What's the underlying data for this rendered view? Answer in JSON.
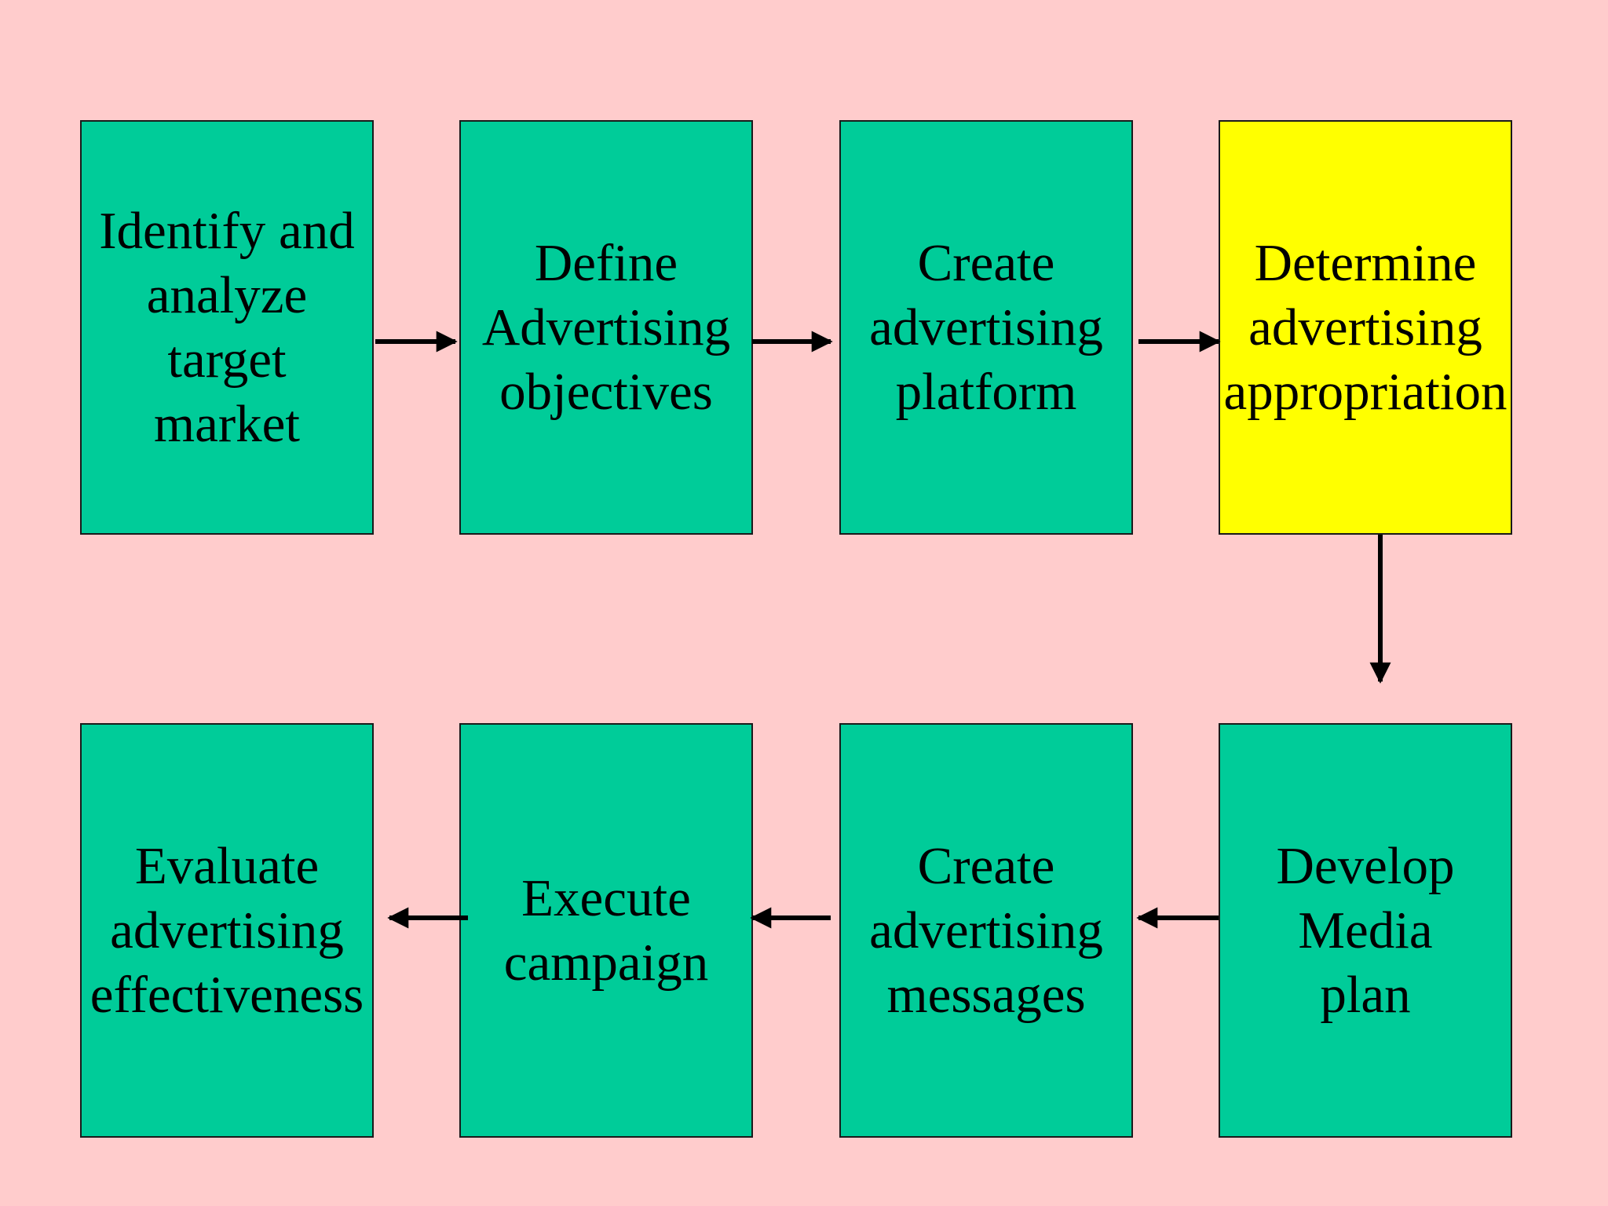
{
  "colors": {
    "background": "#FFCCCC",
    "step": "#00CC99",
    "highlight": "#FFFF00",
    "arrow": "#000000"
  },
  "steps": [
    {
      "label": "Identify and\nanalyze\ntarget\nmarket"
    },
    {
      "label": "Define\nAdvertising\nobjectives"
    },
    {
      "label": "Create\nadvertising\nplatform"
    },
    {
      "label": "Determine\nadvertising\nappropriation",
      "highlighted": true
    },
    {
      "label": "Develop\nMedia\nplan"
    },
    {
      "label": "Create\nadvertising\nmessages"
    },
    {
      "label": "Execute\ncampaign"
    },
    {
      "label": "Evaluate\nadvertising\neffectiveness"
    }
  ],
  "flow": [
    [
      "steps.0",
      "steps.1"
    ],
    [
      "steps.1",
      "steps.2"
    ],
    [
      "steps.2",
      "steps.3"
    ],
    [
      "steps.3",
      "steps.4"
    ],
    [
      "steps.4",
      "steps.5"
    ],
    [
      "steps.5",
      "steps.6"
    ],
    [
      "steps.6",
      "steps.7"
    ]
  ]
}
